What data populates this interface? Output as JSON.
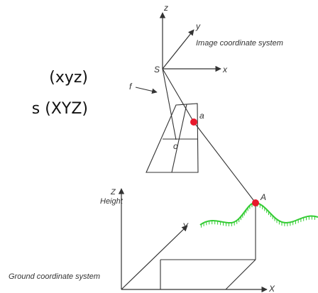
{
  "left_text": {
    "image_coordinates": "(xyz)",
    "ground_coordinates": "s (XYZ)"
  },
  "image_system": {
    "title": "Image coordinate system",
    "axis_x": "x",
    "axis_y": "y",
    "axis_z": "z",
    "perspective_center": "S",
    "focal_length": "f",
    "principal_point": "o",
    "image_point": "a"
  },
  "ground_system": {
    "title": "Ground coordinate system",
    "axis_x": "X",
    "axis_y": "Y",
    "axis_z": "Z",
    "height_label": "Height",
    "ground_point": "A"
  },
  "colors": {
    "line": "#333333",
    "point": "#e8192c",
    "terrain": "#33cc33"
  }
}
